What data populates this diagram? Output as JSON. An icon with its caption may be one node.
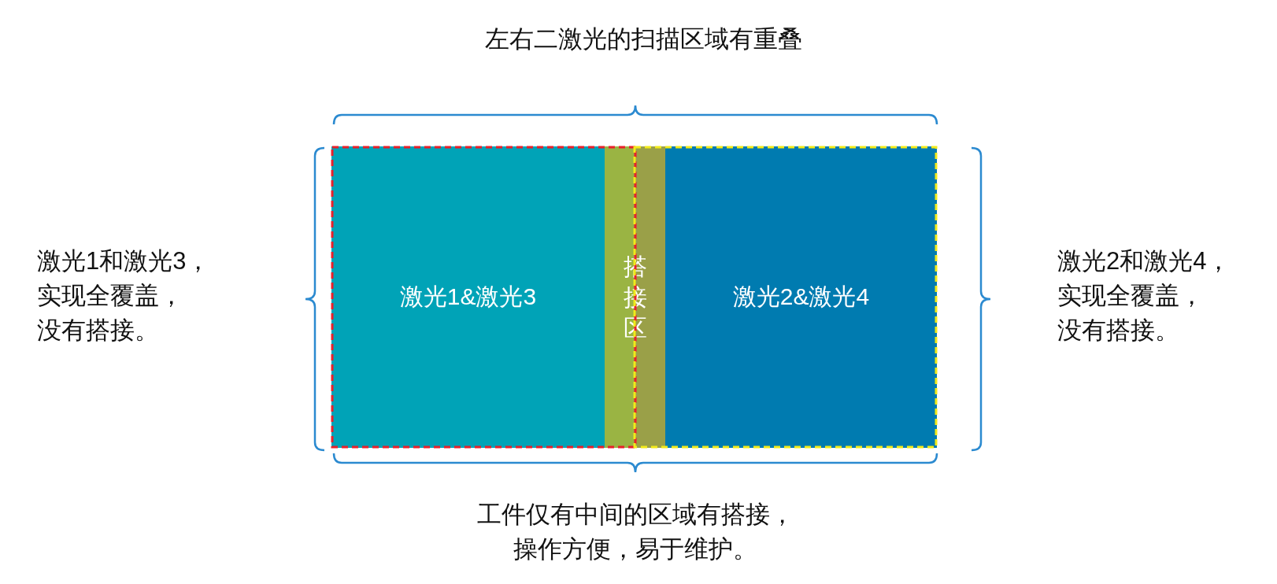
{
  "diagram": {
    "nodes": [
      {
        "text": [
          "激光1&激光3"
        ]
      },
      {
        "text": [
          "搭接区"
        ]
      },
      {
        "text": [
          "激光2&激光4"
        ]
      }
    ],
    "labels": [
      "左右二激光的扫描区域有重叠",
      "激光1和激光3，实现全覆盖，没有搭接。",
      "激光2和激光4，实现全覆盖，没有搭接。",
      "工件仅有中间的区域有搭接，操作方便，易于维护。"
    ]
  }
}
